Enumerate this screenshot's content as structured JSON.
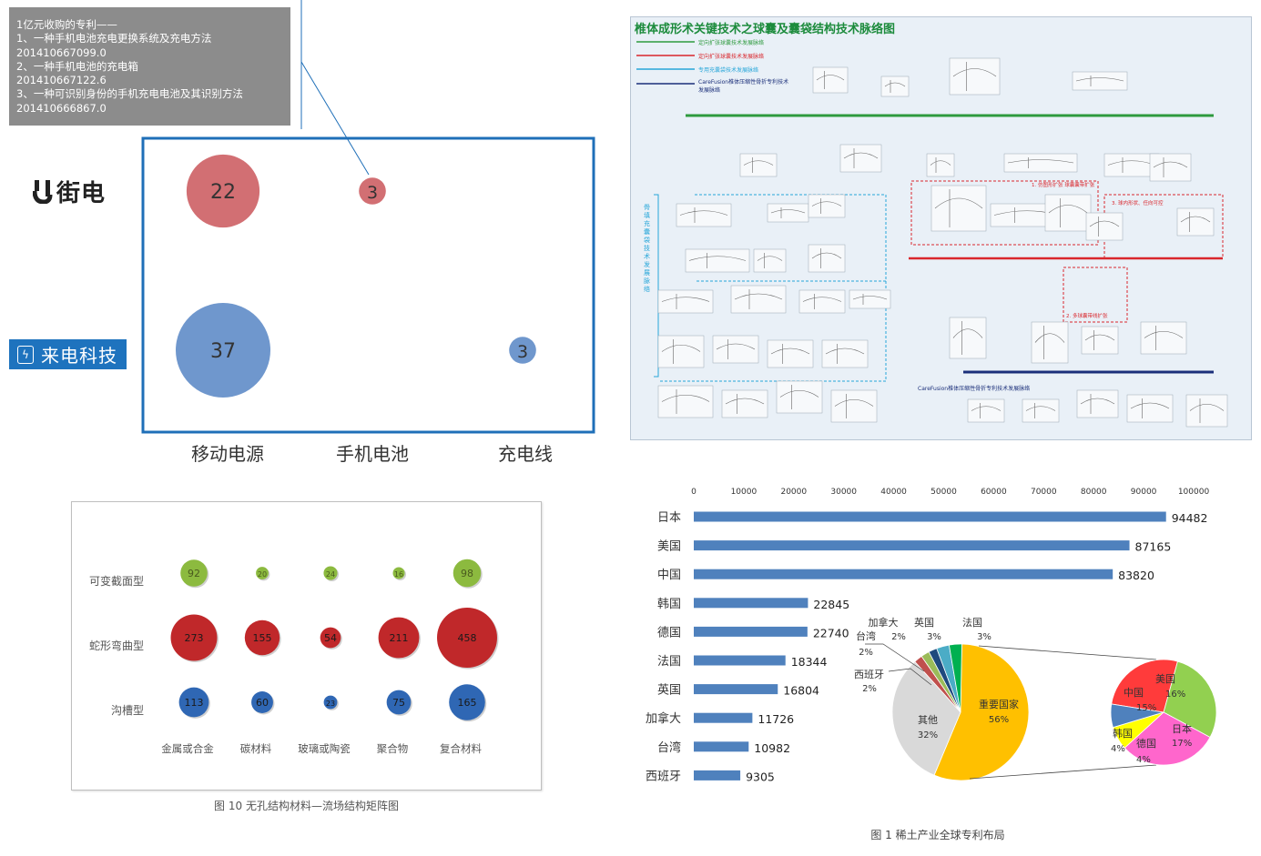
{
  "colors": {
    "bubble_red": "#d26f73",
    "bubble_blue": "#6f97cd",
    "frame_blue": "#1f6fb8",
    "note_bg": "#8c8c8c",
    "bar_blue": "#4f81bd",
    "m_green": "#8cba3f",
    "m_red": "#c0282a",
    "m_blue": "#2f67b4",
    "pie_orange": "#ffc000",
    "pie_grey": "#d9d9d9"
  },
  "note": {
    "lines": [
      "1亿元收购的专利——",
      "1、一种手机电池充电更换系统及充电方法",
      "201410667099.0",
      "2、一种手机电池的充电箱",
      "201410667122.6",
      "3、一种可识别身份的手机充电电池及其识别方法",
      "201410666867.0"
    ]
  },
  "brands": {
    "jiedian": "街电",
    "laidian": "来电科技"
  },
  "diagram": {
    "title": "椎体成形术关键技术之球囊及囊袋结构技术脉络图",
    "legend": [
      {
        "label": "定向扩张球囊技术发展脉络",
        "color": "#2e9a3e"
      },
      {
        "label": "定向扩张球囊技术发展脉络",
        "color": "#d9262c"
      },
      {
        "label": "专用充囊袋技术发展脉络",
        "color": "#27a6d9"
      },
      {
        "label": "CareFusion椎体压缩性骨折专利技术发展脉络",
        "color": "#1b2f7a"
      }
    ],
    "labels": {
      "section1": "1. 仿图形扩张  球囊囊带扩张",
      "section2": "2. 多球囊带线扩张",
      "section3": "3. 球内形状、任向可控",
      "bottom": "CareFusion椎体压缩性骨折专利技术发展脉络",
      "side": "骨填充囊袋技术发展脉络"
    }
  },
  "chart_data": [
    {
      "type": "scatter",
      "variant": "bubble",
      "x_categories": [
        "移动电源",
        "手机电池",
        "充电线"
      ],
      "y_categories": [
        "街电",
        "来电科技"
      ],
      "points": [
        {
          "x": "移动电源",
          "y": "街电",
          "value": 22,
          "color": "#d26f73"
        },
        {
          "x": "手机电池",
          "y": "街电",
          "value": 3,
          "color": "#d26f73"
        },
        {
          "x": "移动电源",
          "y": "来电科技",
          "value": 37,
          "color": "#6f97cd"
        },
        {
          "x": "充电线",
          "y": "来电科技",
          "value": 3,
          "color": "#6f97cd"
        }
      ]
    },
    {
      "type": "scatter",
      "variant": "bubble-matrix",
      "caption": "图 10 无孔结构材料—流场结构矩阵图",
      "x_categories": [
        "金属或合金",
        "碳材料",
        "玻璃或陶瓷",
        "聚合物",
        "复合材料"
      ],
      "y_categories": [
        "可变截面型",
        "蛇形弯曲型",
        "沟槽型"
      ],
      "row_colors": [
        "#8cba3f",
        "#c0282a",
        "#2f67b4"
      ],
      "values": [
        [
          92,
          20,
          24,
          16,
          98
        ],
        [
          273,
          155,
          54,
          211,
          458
        ],
        [
          113,
          60,
          23,
          75,
          165
        ]
      ]
    },
    {
      "type": "bar",
      "orientation": "horizontal",
      "caption": "图 1 稀土产业全球专利布局",
      "categories": [
        "日本",
        "美国",
        "中国",
        "韩国",
        "德国",
        "法国",
        "英国",
        "加拿大",
        "台湾",
        "西班牙"
      ],
      "values": [
        94482,
        87165,
        83820,
        22845,
        22740,
        18344,
        16804,
        11726,
        10982,
        9305
      ],
      "xlim": [
        0,
        100000
      ],
      "xticks": [
        0,
        10000,
        20000,
        30000,
        40000,
        50000,
        60000,
        70000,
        80000,
        90000,
        100000
      ],
      "grid": false
    },
    {
      "type": "pie",
      "name": "main",
      "slices": [
        {
          "label": "重要国家",
          "pct": "56%",
          "value": 56,
          "color": "#ffc000"
        },
        {
          "label": "其他",
          "pct": "32%",
          "value": 32,
          "color": "#d9d9d9"
        },
        {
          "label": "西班牙",
          "pct": "2%",
          "value": 2,
          "color": "#c0504d"
        },
        {
          "label": "台湾",
          "pct": "2%",
          "value": 2,
          "color": "#9bbb59"
        },
        {
          "label": "加拿大",
          "pct": "2%",
          "value": 2,
          "color": "#1f497d"
        },
        {
          "label": "英国",
          "pct": "3%",
          "value": 3,
          "color": "#4bacc6"
        },
        {
          "label": "法国",
          "pct": "3%",
          "value": 3,
          "color": "#00b050"
        }
      ]
    },
    {
      "type": "pie",
      "name": "detail",
      "slices": [
        {
          "label": "中国",
          "pct": "15%",
          "value": 15,
          "color": "#ff3b3b"
        },
        {
          "label": "美国",
          "pct": "16%",
          "value": 16,
          "color": "#92d050"
        },
        {
          "label": "日本",
          "pct": "17%",
          "value": 17,
          "color": "#ff66cc"
        },
        {
          "label": "德国",
          "pct": "4%",
          "value": 4,
          "color": "#ffff00"
        },
        {
          "label": "韩国",
          "pct": "4%",
          "value": 4,
          "color": "#4f81bd"
        }
      ]
    }
  ]
}
